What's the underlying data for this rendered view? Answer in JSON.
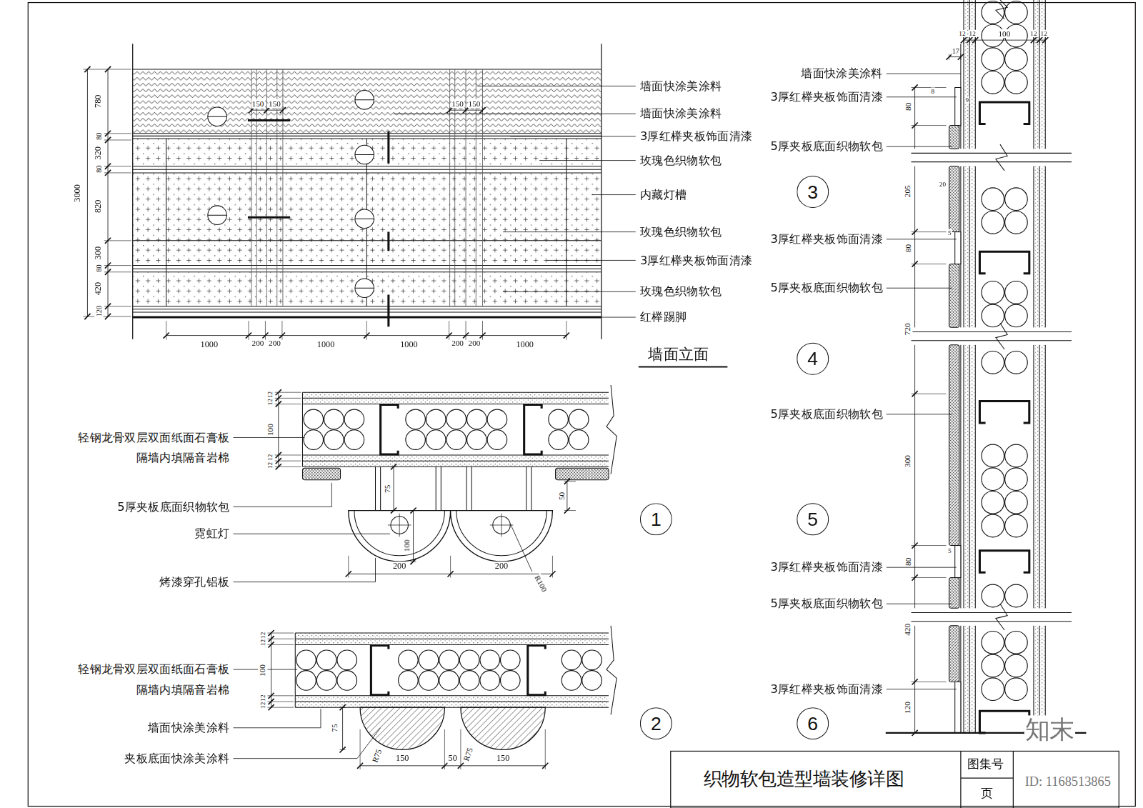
{
  "diagram": {
    "title": "织物软包造型墙装修详图",
    "nodes": [
      {
        "text": [
          "1"
        ]
      },
      {
        "text": [
          "2"
        ]
      },
      {
        "text": [
          "3"
        ]
      },
      {
        "text": [
          "4"
        ]
      },
      {
        "text": [
          "5"
        ]
      },
      {
        "text": [
          "6"
        ]
      }
    ],
    "labels": [
      "墙面快涂美涂料",
      "墙面快涂美涂料",
      "3厚红榉夹板饰面清漆",
      "玫瑰色织物软包",
      "内藏灯槽",
      "玫瑰色织物软包",
      "3厚红榉夹板饰面清漆",
      "玫瑰色织物软包",
      "红榉踢脚",
      "墙面立面",
      "780",
      "80",
      "320",
      "80",
      "820",
      "300",
      "80",
      "420",
      "120",
      "3000",
      "1000",
      "200",
      "200",
      "1000",
      "1000",
      "200",
      "200",
      "1000",
      "150",
      "150",
      "150",
      "150",
      "轻钢龙骨双层双面纸面石膏板 隔墙内填隔音岩棉",
      "5厚夹板底面织物软包",
      "霓虹灯",
      "烤漆穿孔铝板",
      "12",
      "12",
      "100",
      "12",
      "12",
      "75",
      "50",
      "100",
      "200",
      "200",
      "R100",
      "轻钢龙骨双层双面纸面石膏板 隔墙内填隔音岩棉",
      "墙面快涂美涂料",
      "夹板底面快涂美涂料",
      "12",
      "12",
      "100",
      "12",
      "12",
      "75",
      "R75",
      "150",
      "50",
      "150",
      "R75",
      "12",
      "12",
      "100",
      "12",
      "12",
      "17",
      "墙面快涂美涂料",
      "3厚红榉夹板饰面清漆",
      "5厚夹板底面织物软包",
      "3厚红榉夹板饰面清漆",
      "5厚夹板底面织物软包",
      "5厚夹板底面织物软包",
      "3厚红榉夹板饰面清漆",
      "5厚夹板底面织物软包",
      "3厚红榉夹板饰面清漆",
      "80",
      "205",
      "80",
      "720",
      "300",
      "80",
      "420",
      "120",
      "8",
      "9",
      "20",
      "5",
      "5",
      "图集号",
      "页",
      "知末",
      "ID: 1168513865"
    ]
  }
}
